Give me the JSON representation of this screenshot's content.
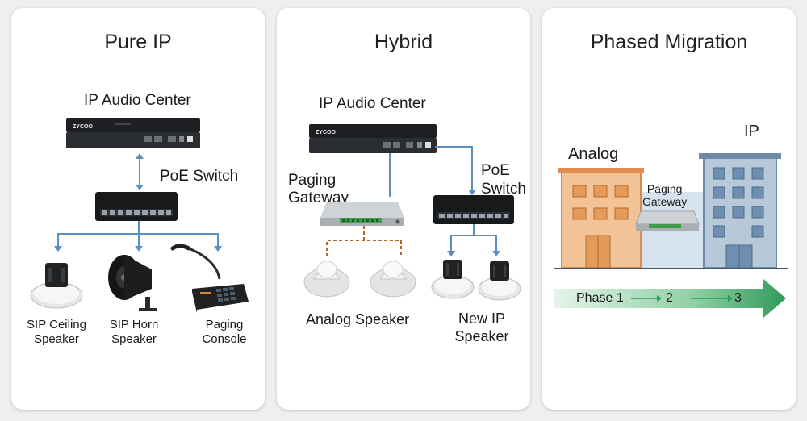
{
  "panels": [
    {
      "title": "Pure IP",
      "labels": {
        "audio_center": "IP Audio Center",
        "poe_switch": "PoE Switch",
        "ceiling_speaker_l1": "SIP Ceiling",
        "ceiling_speaker_l2": "Speaker",
        "horn_speaker_l1": "SIP Horn",
        "horn_speaker_l2": "Speaker",
        "paging_console_l1": "Paging",
        "paging_console_l2": "Console"
      },
      "device_brand": "ZYCOO"
    },
    {
      "title": "Hybrid",
      "labels": {
        "audio_center": "IP Audio Center",
        "paging_gateway_l1": "Paging",
        "paging_gateway_l2": "Gateway",
        "poe_switch_l1": "PoE",
        "poe_switch_l2": "Switch",
        "analog_speaker": "Analog Speaker",
        "new_ip_speaker_l1": "New IP",
        "new_ip_speaker_l2": "Speaker"
      },
      "device_brand": "ZYCOO"
    },
    {
      "title": "Phased Migration",
      "labels": {
        "analog": "Analog",
        "ip": "IP",
        "paging_gateway_l1": "Paging",
        "paging_gateway_l2": "Gateway"
      },
      "phases": {
        "phase1": "Phase 1",
        "phase2": "2",
        "phase3": "3"
      }
    }
  ],
  "colors": {
    "connector_blue": "#5b8fc0",
    "analog_wire_orange": "#b5672a",
    "phase_arrow_green": "#2f9a5a",
    "analog_building": "#f1b98a",
    "ip_building": "#9fb6cc"
  },
  "icons": [
    "audio-center-device",
    "poe-switch-device",
    "ceiling-speaker-icon",
    "horn-speaker-icon",
    "paging-console-icon",
    "paging-gateway-device",
    "analog-speaker-icon",
    "ip-speaker-icon",
    "analog-building-icon",
    "ip-building-icon",
    "phase-arrow-icon"
  ]
}
